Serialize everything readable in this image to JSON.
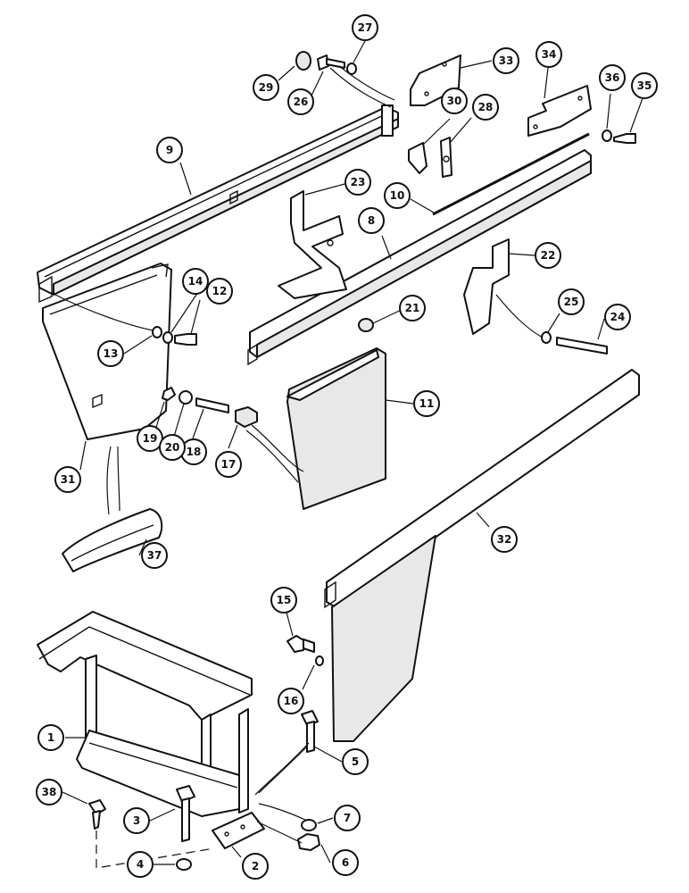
{
  "diagram": {
    "callouts": [
      "1",
      "2",
      "3",
      "4",
      "5",
      "6",
      "7",
      "8",
      "9",
      "10",
      "11",
      "12",
      "13",
      "14",
      "15",
      "16",
      "17",
      "18",
      "19",
      "20",
      "21",
      "22",
      "23",
      "24",
      "25",
      "26",
      "27",
      "28",
      "29",
      "30",
      "31",
      "32",
      "33",
      "34",
      "35",
      "36",
      "37",
      "38"
    ]
  }
}
